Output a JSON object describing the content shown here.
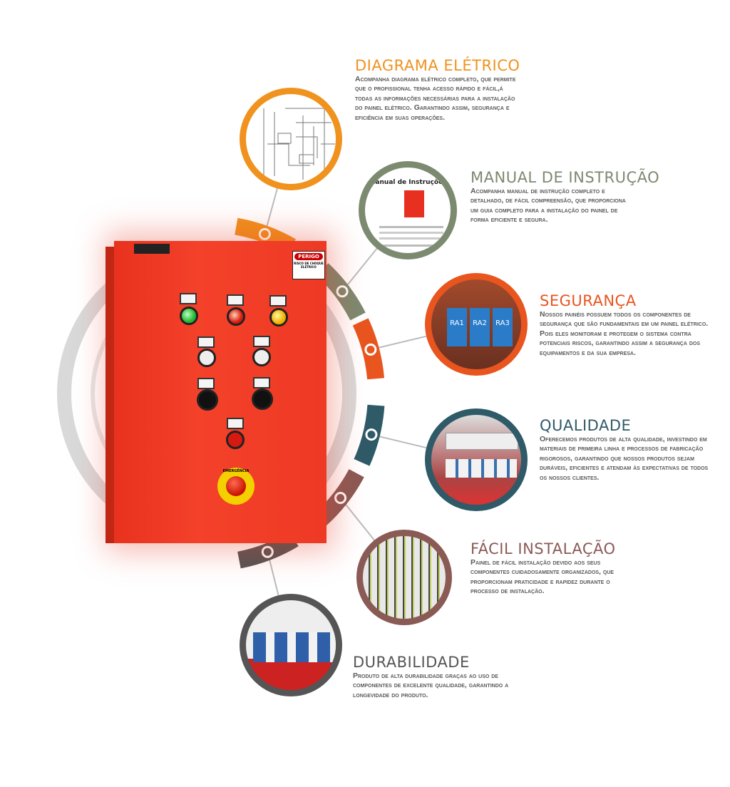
{
  "colors": {
    "ring": "#d2d2d2",
    "diagrama": "#f0921e",
    "manual": "#7c8a70",
    "seguranca": "#e8551f",
    "qualidade": "#2f5a68",
    "facil": "#8a5a55",
    "durabilidade": "#555555",
    "panel": "#f03c26"
  },
  "panel": {
    "warning_sign": "PERIGO",
    "warning_sign_sub": "RISCO DE CHOQUE ELÉTRICO",
    "emergency_label": "EMERGÊNCIA"
  },
  "features": [
    {
      "title": "DIAGRAMA ELÉTRICO",
      "text": "Acompanha diagrama elétrico completo, que permite que o profissional tenha acesso rápido e fácil,á todas as informações necessárias para a instalação do painel elétrico. Garantindo assim, segurança e eficiência em suas operações."
    },
    {
      "title": "MANUAL DE INSTRUÇÃO",
      "photo_caption": "Manual de Instruções",
      "text": "Acompanha manual de instrução completo e detalhado, de fácil compreensão, que proporciona um guia completo para a instalação do painel de forma eficiente e segura."
    },
    {
      "title": "SEGURANÇA",
      "relay_labels": [
        "RA1",
        "RA2",
        "RA3"
      ],
      "text": "Nossos painéis possuem todos os componentes de segurança que são fundamentais em um painel elétrico. Pois eles monitoram e protegem o sistema contra potenciais riscos, garantindo assim a segurança dos equipamentos e da sua empresa."
    },
    {
      "title": "QUALIDADE",
      "text": "Oferecemos produtos de alta qualidade, investindo em materiais de primeira linha e processos de fabricação rigorosos, garantindo que nossos produtos sejam duráveis, eficientes e atendam às expectativas de todos os nossos clientes."
    },
    {
      "title": "FÁCIL INSTALAÇÃO",
      "text": "Painel de fácil instalação devido aos seus componentes cuidadosamente organizados, que proporcionam praticidade e rapidez durante o processo de instalação."
    },
    {
      "title": "DURABILIDADE",
      "text": "Produto de alta durabilidade graças ao uso de componentes de excelente qualidade, garantindo a longevidade do produto."
    }
  ]
}
